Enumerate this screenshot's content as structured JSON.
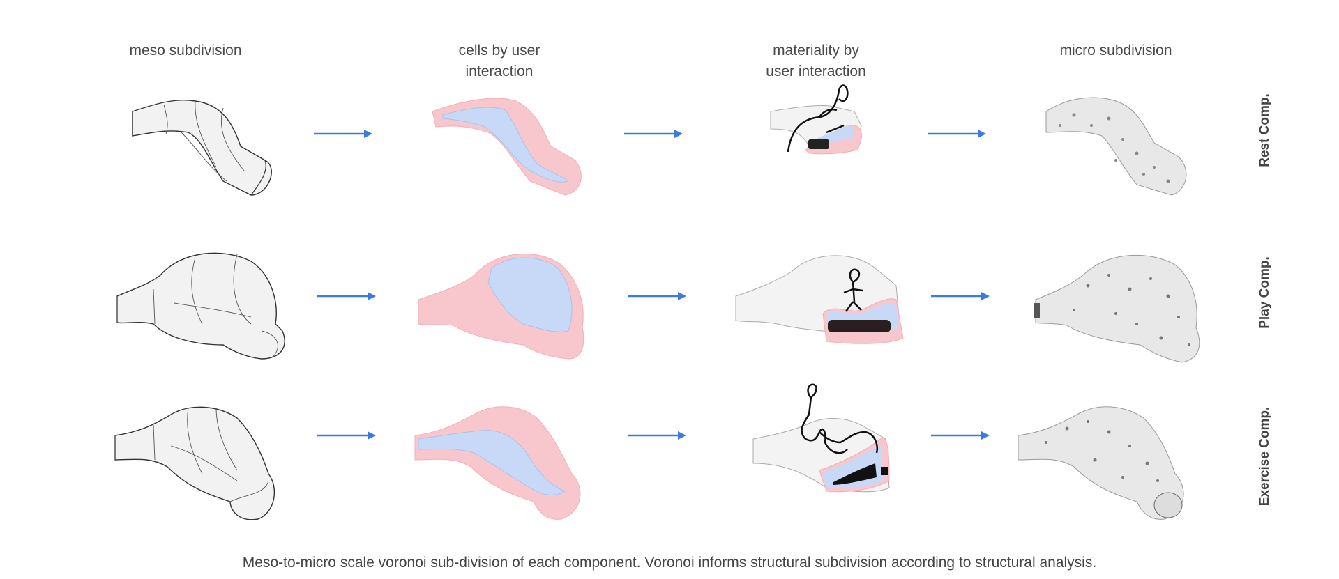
{
  "columns": [
    {
      "title": "meso subdivision"
    },
    {
      "title": "cells by user\ninteraction"
    },
    {
      "title": "materiality by\nuser interaction"
    },
    {
      "title": "micro subdivision"
    }
  ],
  "rows": [
    {
      "label": "Rest Comp."
    },
    {
      "label": "Play Comp."
    },
    {
      "label": "Exercise Comp."
    }
  ],
  "caption": "Meso-to-micro scale voronoi sub-division of each component. Voronoi informs structural subdivision according to structural analysis.",
  "colors": {
    "arrow": "#3b7be0",
    "cell_pink": "#f7c7cd",
    "cell_blue": "#c7d9f7",
    "outline": "#333333",
    "dark_material": "#222222",
    "micro_gray": "#e8e8e8"
  }
}
